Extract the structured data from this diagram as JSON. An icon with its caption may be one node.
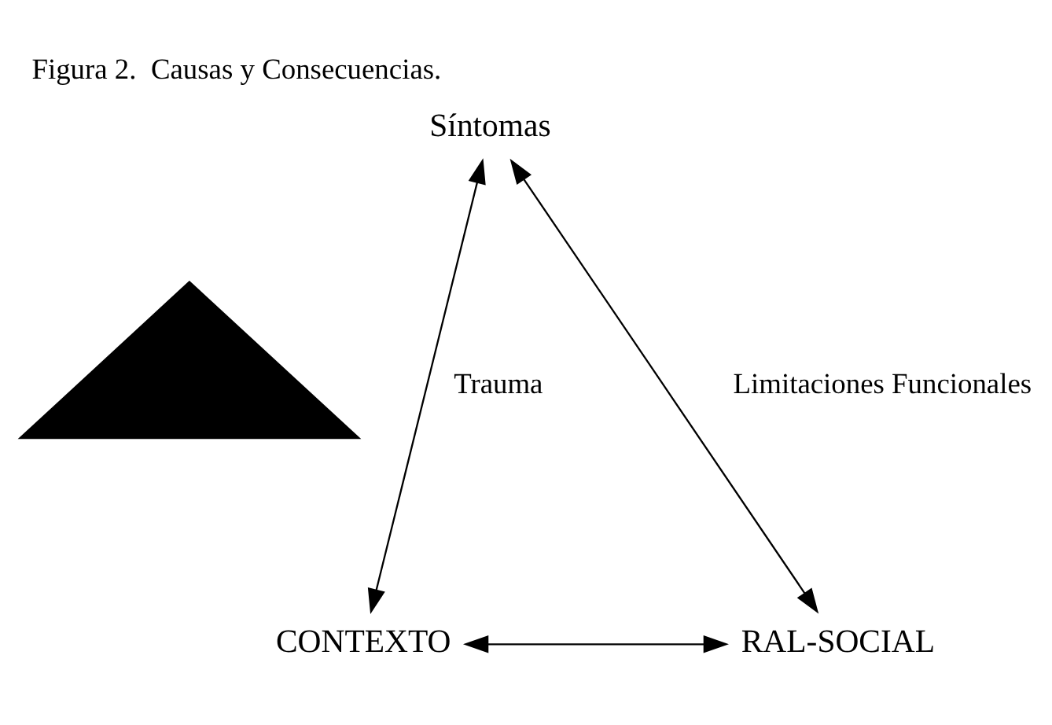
{
  "diagram": {
    "title": "Figura 2.  Causas y Consecuencias.",
    "nodes": [
      {
        "text": [
          "Síntomas"
        ]
      },
      {
        "text": [],
        "shape": "triangle"
      },
      {
        "text": [
          "CONTEXTO"
        ]
      },
      {
        "text": [
          "RAL-SOCIAL"
        ]
      }
    ],
    "edges": [
      {
        "from": 2,
        "to": 0,
        "arrow": "both",
        "label": "Trauma"
      },
      {
        "from": 0,
        "to": 3,
        "arrow": "both",
        "label": "Limitaciones Funcionales"
      },
      {
        "from": 2,
        "to": 3,
        "arrow": "both"
      }
    ]
  }
}
